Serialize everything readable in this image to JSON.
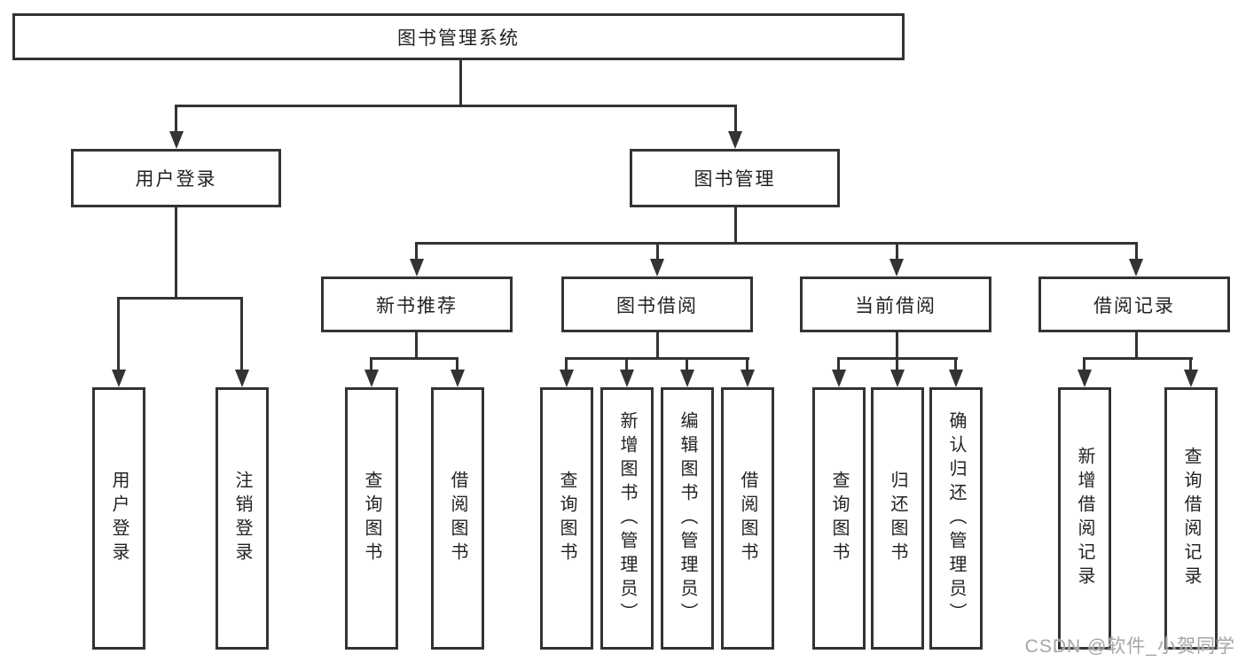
{
  "page": {
    "watermark": "CSDN @软件_小贺同学"
  },
  "tree": {
    "root": "图书管理系统",
    "children": [
      {
        "label": "用户登录",
        "children": [
          "用户登录",
          "注销登录"
        ]
      },
      {
        "label": "图书管理",
        "children": [
          {
            "label": "新书推荐",
            "children": [
              "查询图书",
              "借阅图书"
            ]
          },
          {
            "label": "图书借阅",
            "children": [
              "查询图书",
              "新增图书（管理员）",
              "编辑图书（管理员）",
              "借阅图书"
            ]
          },
          {
            "label": "当前借阅",
            "children": [
              "查询图书",
              "归还图书",
              "确认归还（管理员）"
            ]
          },
          {
            "label": "借阅记录",
            "children": [
              "新增借阅记录",
              "查询借阅记录"
            ]
          }
        ]
      }
    ]
  }
}
